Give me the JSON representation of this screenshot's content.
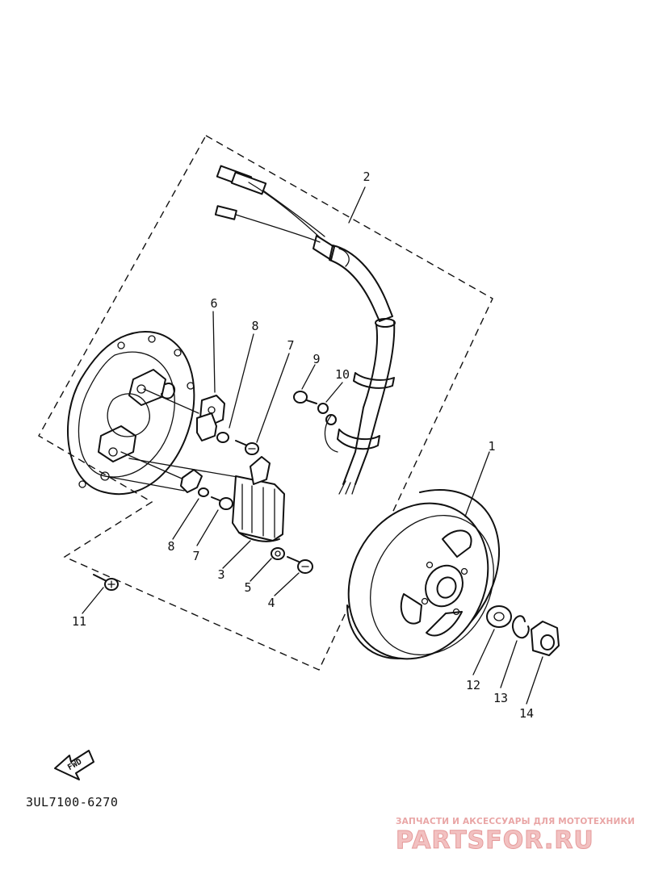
{
  "diagram": {
    "part_numbers": {
      "p1": "1",
      "p2": "2",
      "p3": "3",
      "p4": "4",
      "p5": "5",
      "p6": "6",
      "p7a": "7",
      "p7b": "7",
      "p8a": "8",
      "p8b": "8",
      "p9": "9",
      "p10": "10",
      "p11": "11",
      "p12": "12",
      "p13": "13",
      "p14": "14"
    },
    "fwd_label": "FWD",
    "drawing_code": "3UL7100-6270"
  },
  "watermark": {
    "subtitle": "ЗАПЧАСТИ И АКСЕССУАРЫ ДЛЯ МОТОТЕХНИКИ",
    "brand": "PARTSFOR.RU",
    "color": "#e59a9a"
  }
}
